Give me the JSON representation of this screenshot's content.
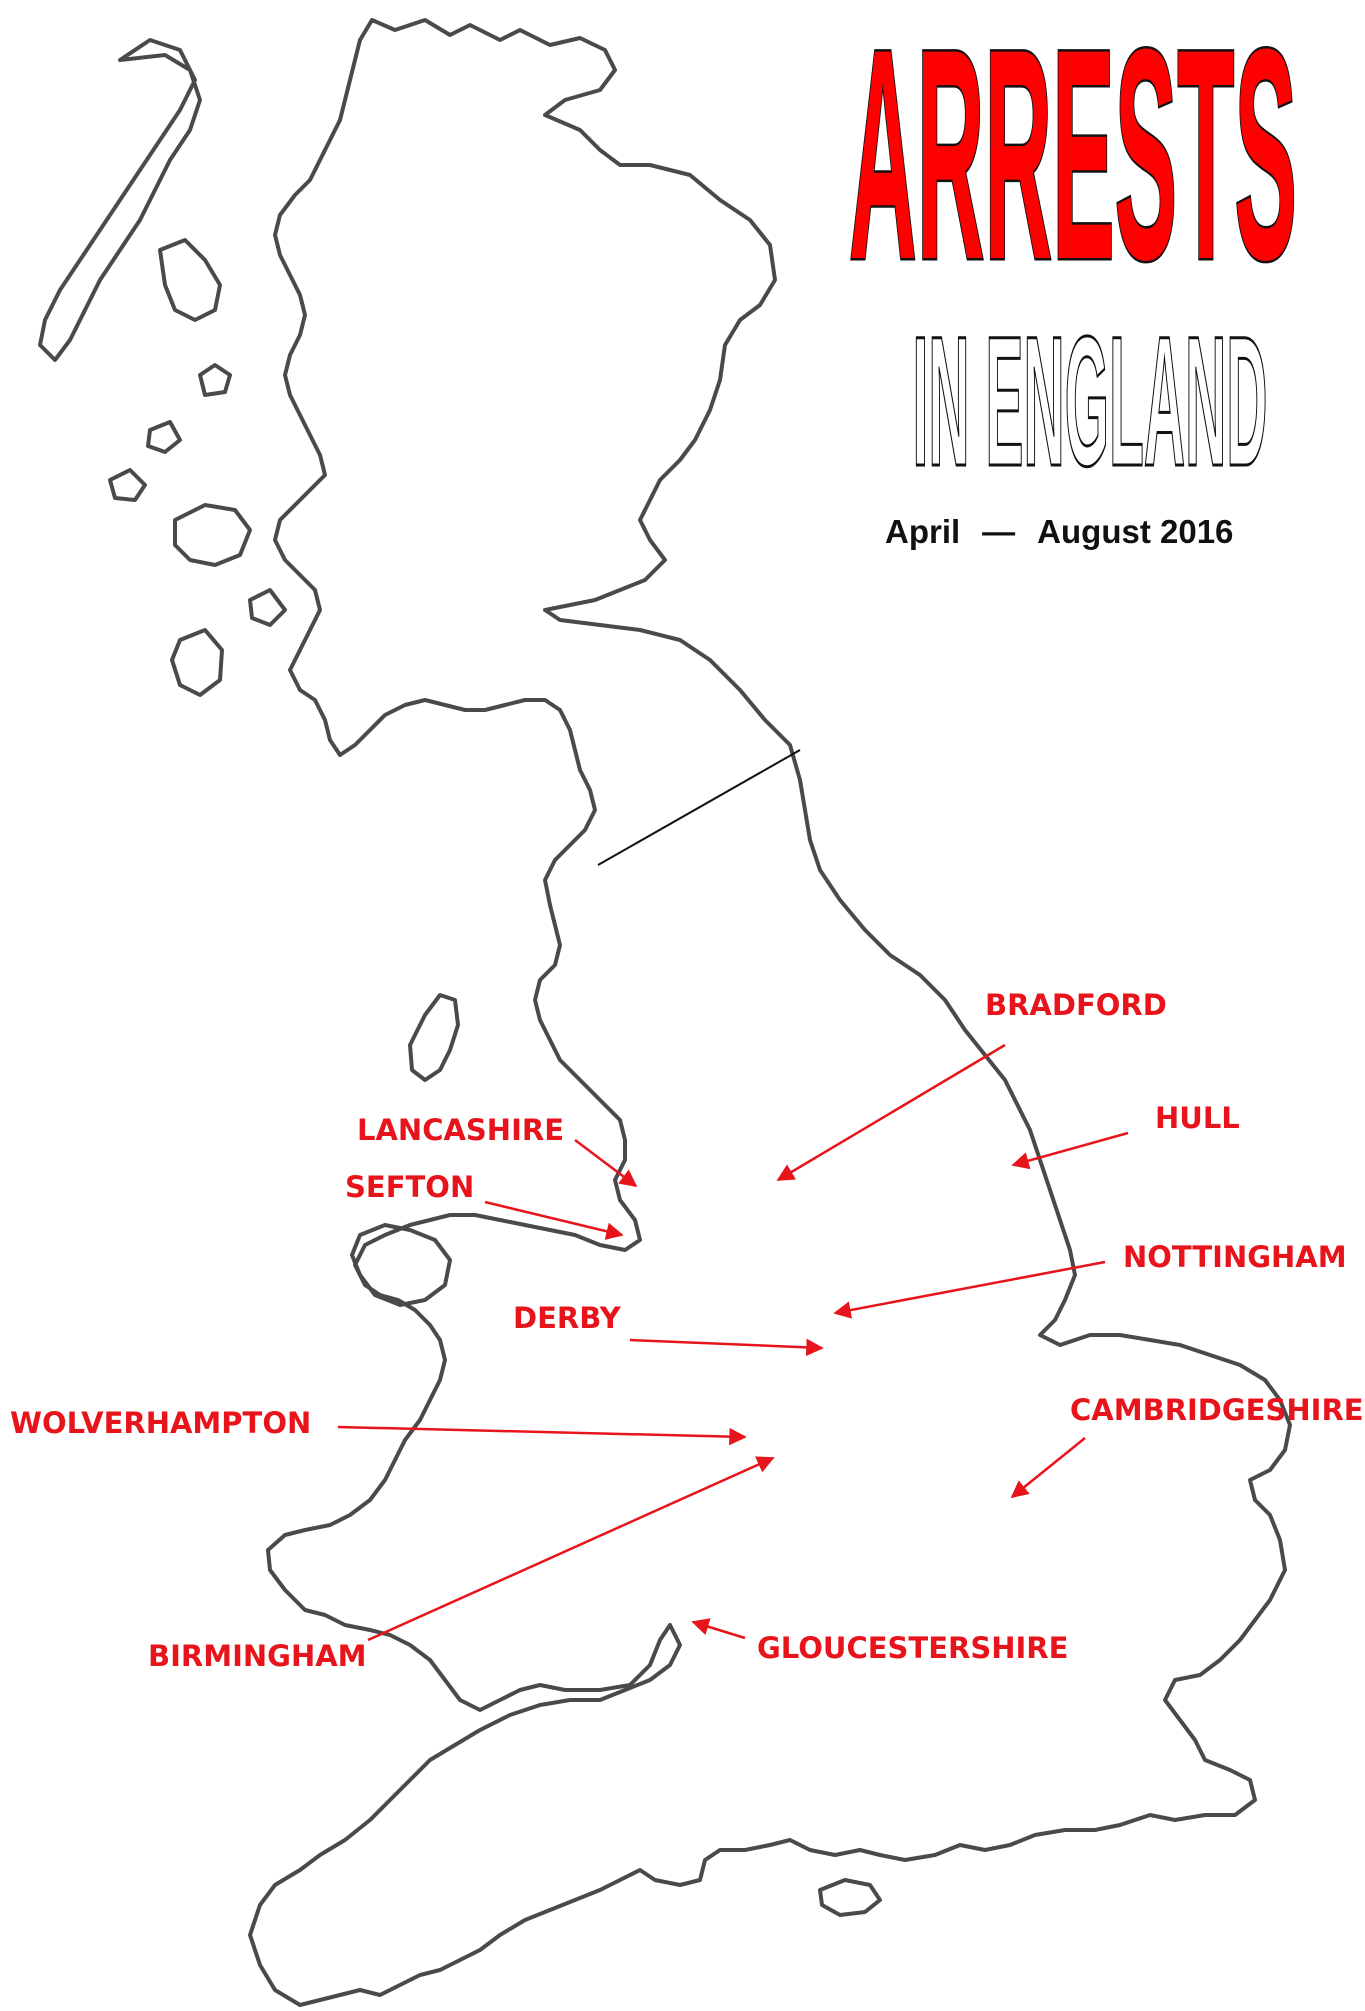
{
  "title": {
    "main": "ARRESTS",
    "sub": "IN ENGLAND",
    "date_start": "April",
    "date_dash": "—",
    "date_end": "August 2016"
  },
  "colors": {
    "label": "#e8141b",
    "outline": "#4a4a4a",
    "title_fill": "#ff0000"
  },
  "places": [
    {
      "name": "BRADFORD"
    },
    {
      "name": "HULL"
    },
    {
      "name": "LANCASHIRE"
    },
    {
      "name": "SEFTON"
    },
    {
      "name": "NOTTINGHAM"
    },
    {
      "name": "DERBY"
    },
    {
      "name": "WOLVERHAMPTON"
    },
    {
      "name": "CAMBRIDGESHIRE"
    },
    {
      "name": "BIRMINGHAM"
    },
    {
      "name": "GLOUCESTERSHIRE"
    }
  ]
}
